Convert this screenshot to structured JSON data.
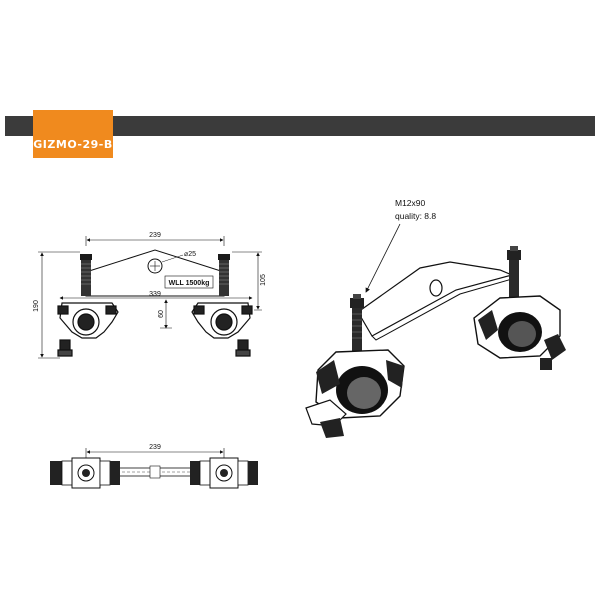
{
  "header": {
    "product_code": "GIZMO-29-B",
    "accent_color": "#f08a1e",
    "bar_color": "#3b3b3b"
  },
  "front_view": {
    "dim_top": "239",
    "dim_hole": "⌀25",
    "load_label": "WLL 1500kg",
    "dim_bottom": "339",
    "dim_height": "190",
    "dim_right": "105",
    "dim_small": "60"
  },
  "top_view": {
    "dim_top": "239"
  },
  "iso_view": {
    "bolt_spec": "M12x90",
    "bolt_quality": "quality: 8.8"
  }
}
